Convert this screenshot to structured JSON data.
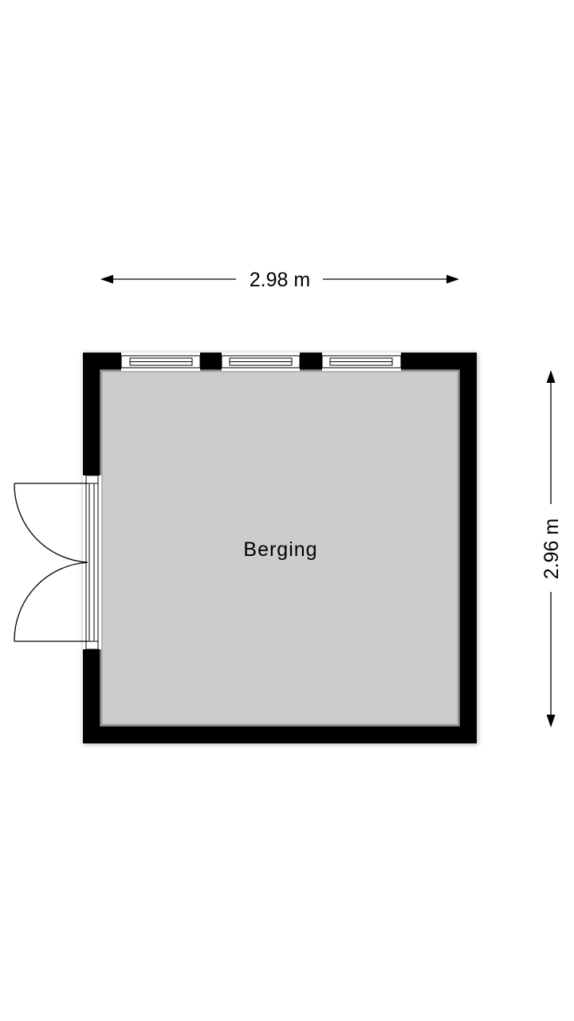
{
  "room": {
    "name": "Berging"
  },
  "dimensions": {
    "width": "2.98 m",
    "depth": "2.96 m"
  },
  "colors": {
    "wall": "#000000",
    "floor": "#cccccc",
    "window": "#ffffff",
    "background": "#ffffff"
  }
}
